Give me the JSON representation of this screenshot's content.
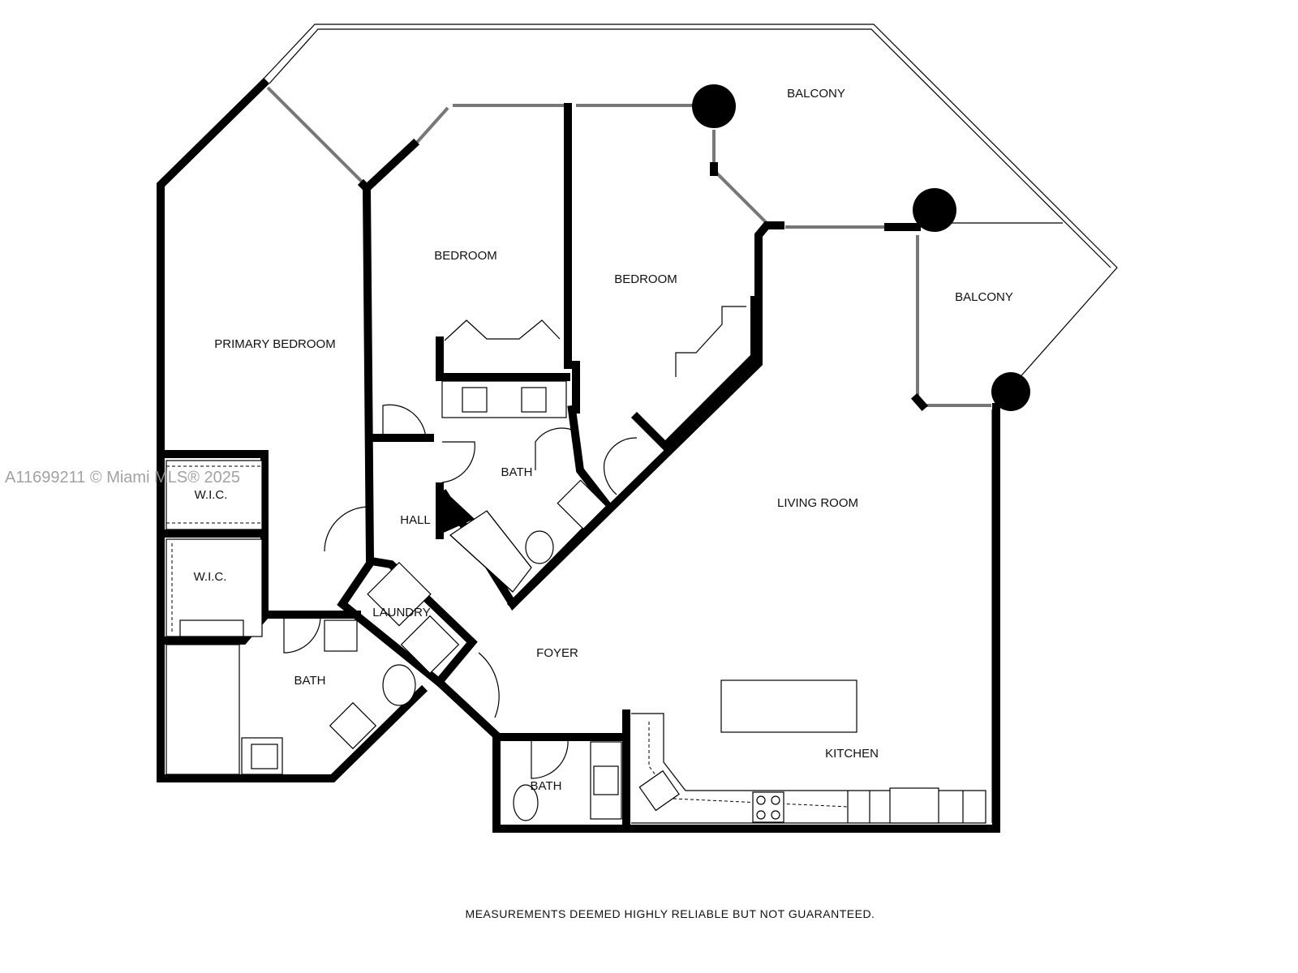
{
  "rooms": {
    "balcony_top": "BALCONY",
    "balcony_right": "BALCONY",
    "bedroom_1": "BEDROOM",
    "bedroom_2": "BEDROOM",
    "primary_bedroom": "PRIMARY BEDROOM",
    "wic_1": "W.I.C.",
    "wic_2": "W.I.C.",
    "bath_hall": "BATH",
    "hall": "HALL",
    "laundry": "LAUNDRY",
    "bath_primary": "BATH",
    "foyer": "FOYER",
    "living_room": "LIVING ROOM",
    "kitchen": "KITCHEN",
    "bath_powder": "BATH"
  },
  "watermark": "A11699211 © Miami MLS® 2025",
  "footer": "MEASUREMENTS DEEMED HIGHLY RELIABLE BUT NOT GUARANTEED."
}
